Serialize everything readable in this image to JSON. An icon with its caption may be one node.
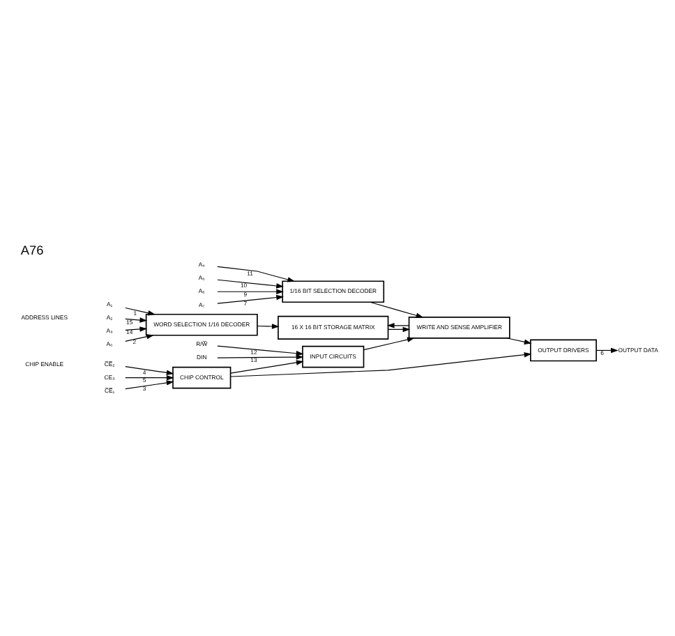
{
  "diagram": {
    "title": "A76",
    "nodes": [
      {
        "text": [
          "A₀"
        ]
      },
      {
        "text": [
          "A₁"
        ]
      },
      {
        "text": [
          "A₂"
        ]
      },
      {
        "text": [
          "A₃"
        ]
      },
      {
        "text": [
          "WORD SELECTION 1/16 DECODER"
        ]
      },
      {
        "text": [
          "16 X 16 BIT STORAGE MATRIX"
        ]
      },
      {
        "text": [
          "A₄"
        ]
      },
      {
        "text": [
          "A₅"
        ]
      },
      {
        "text": [
          "A₆"
        ]
      },
      {
        "text": [
          "A₇"
        ]
      },
      {
        "text": [
          "1/16 BIT SELECTION DECODER"
        ]
      },
      {
        "text": [
          "WRITE AND SENSE AMPLIFIER"
        ]
      },
      {
        "text": [
          "C̅E̅₁"
        ]
      },
      {
        "text": [
          "C̅E̅₂"
        ]
      },
      {
        "text": [
          "CE₃"
        ]
      },
      {
        "text": [
          "CHIP CONTROL"
        ]
      },
      {
        "text": [
          "OUTPUT DRIVERS"
        ]
      },
      {
        "text": [
          "INPUT CIRCUITS"
        ]
      },
      {
        "text": [
          "OUTPUT DATA"
        ]
      },
      {
        "text": [
          "R/W̅"
        ]
      },
      {
        "text": [
          "DIN"
        ]
      }
    ],
    "edges": [
      {
        "from": 0,
        "to": 4,
        "arrow": "to",
        "label": "2"
      },
      {
        "from": 1,
        "to": 4,
        "arrow": "to",
        "label": "1"
      },
      {
        "from": 2,
        "to": 4,
        "arrow": "to",
        "label": "15"
      },
      {
        "from": 3,
        "to": 4,
        "arrow": "to",
        "label": "14"
      },
      {
        "from": 4,
        "to": 5,
        "arrow": "to"
      },
      {
        "from": 6,
        "to": 10,
        "arrow": "to",
        "label": "11"
      },
      {
        "from": 7,
        "to": 10,
        "arrow": "to",
        "label": "10"
      },
      {
        "from": 8,
        "to": 10,
        "arrow": "to",
        "label": "9"
      },
      {
        "from": 9,
        "to": 10,
        "arrow": "to",
        "label": "7"
      },
      {
        "from": 10,
        "to": 11,
        "arrow": "to"
      },
      {
        "from": 11,
        "to": 5,
        "arrow": "to"
      },
      {
        "from": 5,
        "to": 11,
        "arrow": "to"
      },
      {
        "from": 12,
        "to": 15,
        "arrow": "to",
        "label": "3"
      },
      {
        "from": 13,
        "to": 15,
        "arrow": "to",
        "label": "4"
      },
      {
        "from": 14,
        "to": 15,
        "arrow": "to",
        "label": "5"
      },
      {
        "from": 15,
        "to": 16,
        "arrow": "to"
      },
      {
        "from": 15,
        "to": 17,
        "arrow": "to"
      },
      {
        "from": 11,
        "to": 16,
        "arrow": "to"
      },
      {
        "from": 17,
        "to": 11,
        "arrow": "to"
      },
      {
        "from": 16,
        "to": 18,
        "arrow": "to",
        "label": "6"
      },
      {
        "from": 19,
        "to": 17,
        "arrow": "to",
        "label": "12"
      },
      {
        "from": 20,
        "to": 17,
        "arrow": "to",
        "label": "13"
      }
    ],
    "labels": [
      "ADDRESS LINES",
      "CHIP ENABLE"
    ]
  }
}
